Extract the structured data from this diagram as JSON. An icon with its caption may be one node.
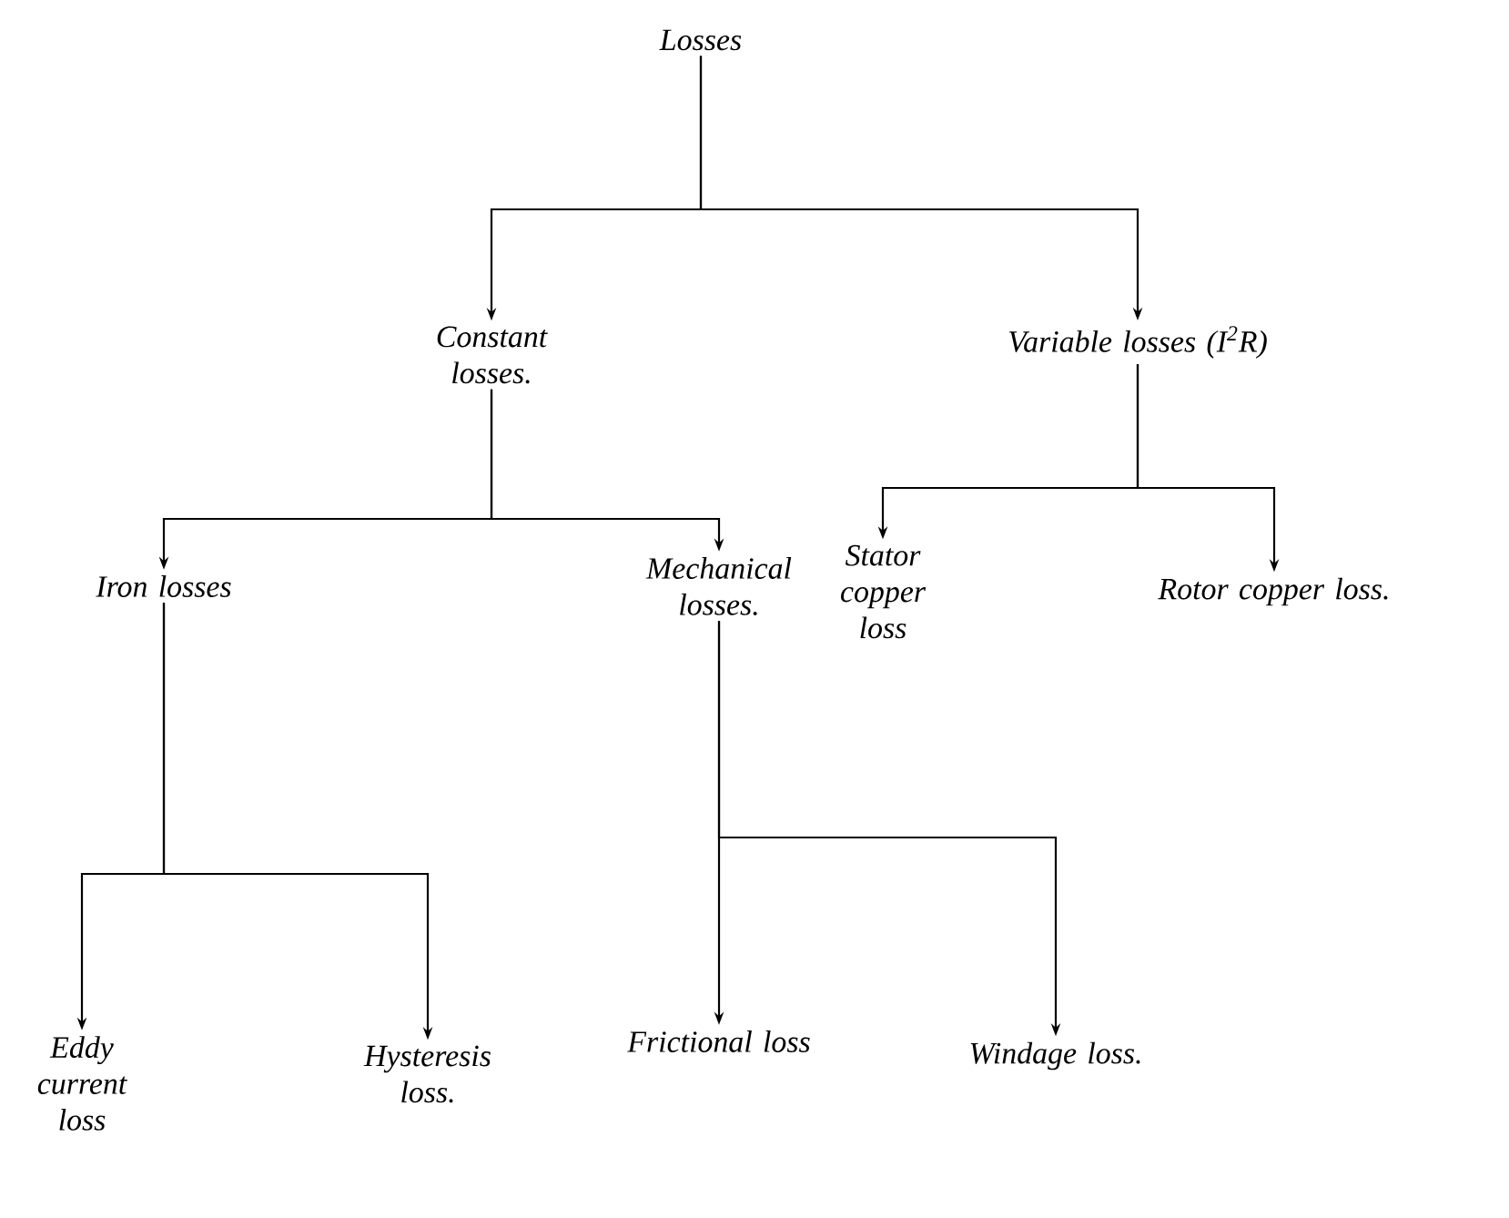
{
  "diagram": {
    "nodes": [
      {
        "text": [
          "Losses"
        ]
      },
      {
        "text": [
          "Constant losses."
        ]
      },
      {
        "text": [
          "Variable losses (I$^{2}$R)"
        ]
      },
      {
        "text": [
          "Iron losses"
        ]
      },
      {
        "text": [
          "Mechanical losses."
        ]
      },
      {
        "text": [
          "Stator copper loss"
        ]
      },
      {
        "text": [
          "Rotor copper loss."
        ]
      },
      {
        "text": [
          "Eddy current loss"
        ]
      },
      {
        "text": [
          "Hysteresis loss."
        ]
      },
      {
        "text": [
          "Frictional loss"
        ]
      },
      {
        "text": [
          "Windage loss."
        ]
      }
    ],
    "edges": [
      {
        "from": 0,
        "to": 1,
        "arrow": "to"
      },
      {
        "from": 0,
        "to": 2,
        "arrow": "to"
      },
      {
        "from": 2,
        "to": 5,
        "arrow": "to"
      },
      {
        "from": 2,
        "to": 6,
        "arrow": "to"
      },
      {
        "from": 1,
        "to": 3,
        "arrow": "to"
      },
      {
        "from": 1,
        "to": 4,
        "arrow": "to"
      },
      {
        "from": 3,
        "to": 7,
        "arrow": "to"
      },
      {
        "from": 3,
        "to": 8,
        "arrow": "to"
      },
      {
        "from": 4,
        "to": 9,
        "arrow": "to"
      },
      {
        "from": 4,
        "to": 10,
        "arrow": "to"
      }
    ]
  }
}
